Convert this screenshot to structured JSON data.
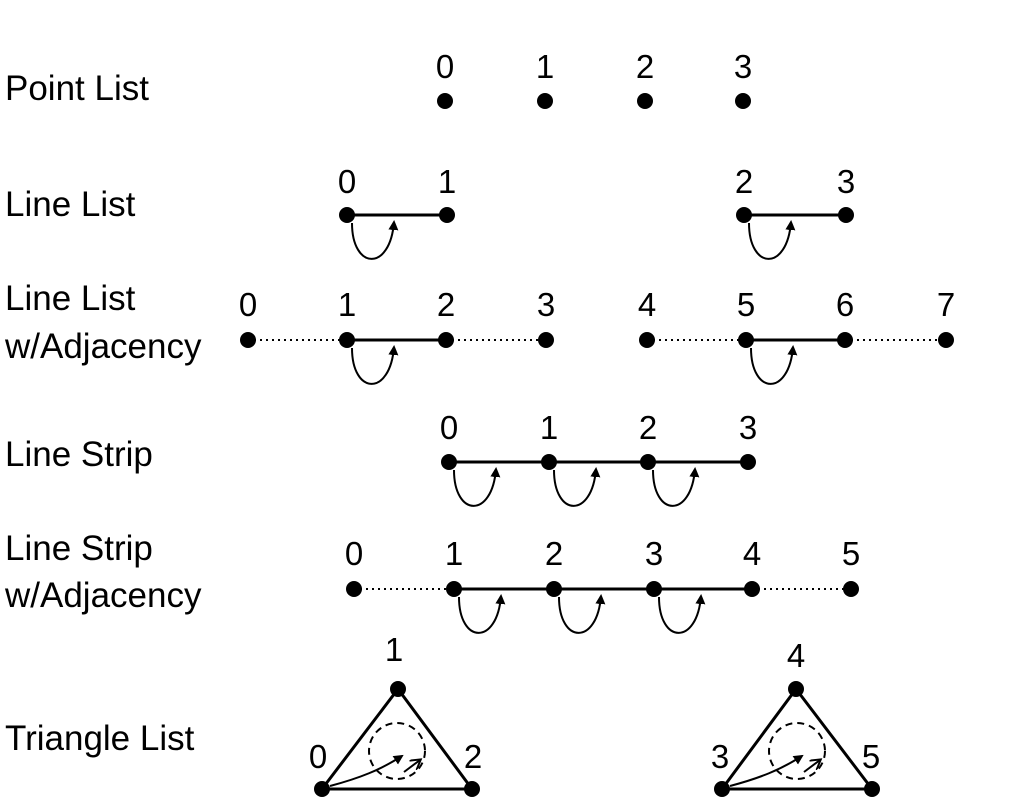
{
  "rows": [
    {
      "label": [
        "Point List"
      ],
      "indices": [
        "0",
        "1",
        "2",
        "3"
      ]
    },
    {
      "label": [
        "Line List"
      ],
      "indices": [
        "0",
        "1",
        "2",
        "3"
      ]
    },
    {
      "label": [
        "Line List",
        "w/Adjacency"
      ],
      "indices": [
        "0",
        "1",
        "2",
        "3",
        "4",
        "5",
        "6",
        "7"
      ]
    },
    {
      "label": [
        "Line Strip"
      ],
      "indices": [
        "0",
        "1",
        "2",
        "3"
      ]
    },
    {
      "label": [
        "Line Strip",
        "w/Adjacency"
      ],
      "indices": [
        "0",
        "1",
        "2",
        "3",
        "4",
        "5"
      ]
    },
    {
      "label": [
        "Triangle List"
      ],
      "indices": [
        "0",
        "1",
        "2",
        "3",
        "4",
        "5"
      ]
    }
  ]
}
